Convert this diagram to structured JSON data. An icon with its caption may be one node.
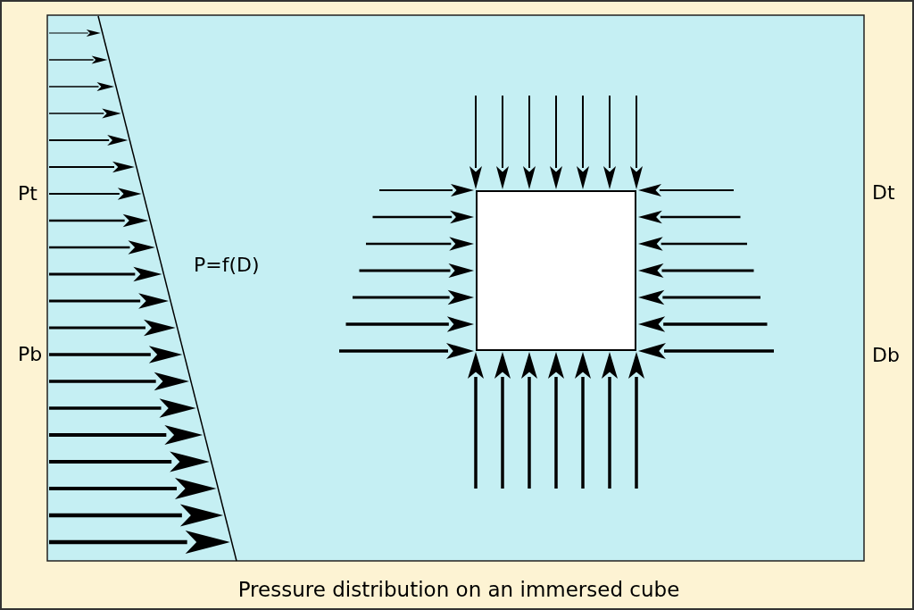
{
  "diagram": {
    "caption": "Pressure distribution on an immersed cube",
    "nodes": [
      {
        "text": [],
        "shape": "box"
      }
    ],
    "edges": [],
    "labels": [
      "Pt",
      "Pb",
      "P=f(D)",
      "Dt",
      "Db"
    ]
  }
}
